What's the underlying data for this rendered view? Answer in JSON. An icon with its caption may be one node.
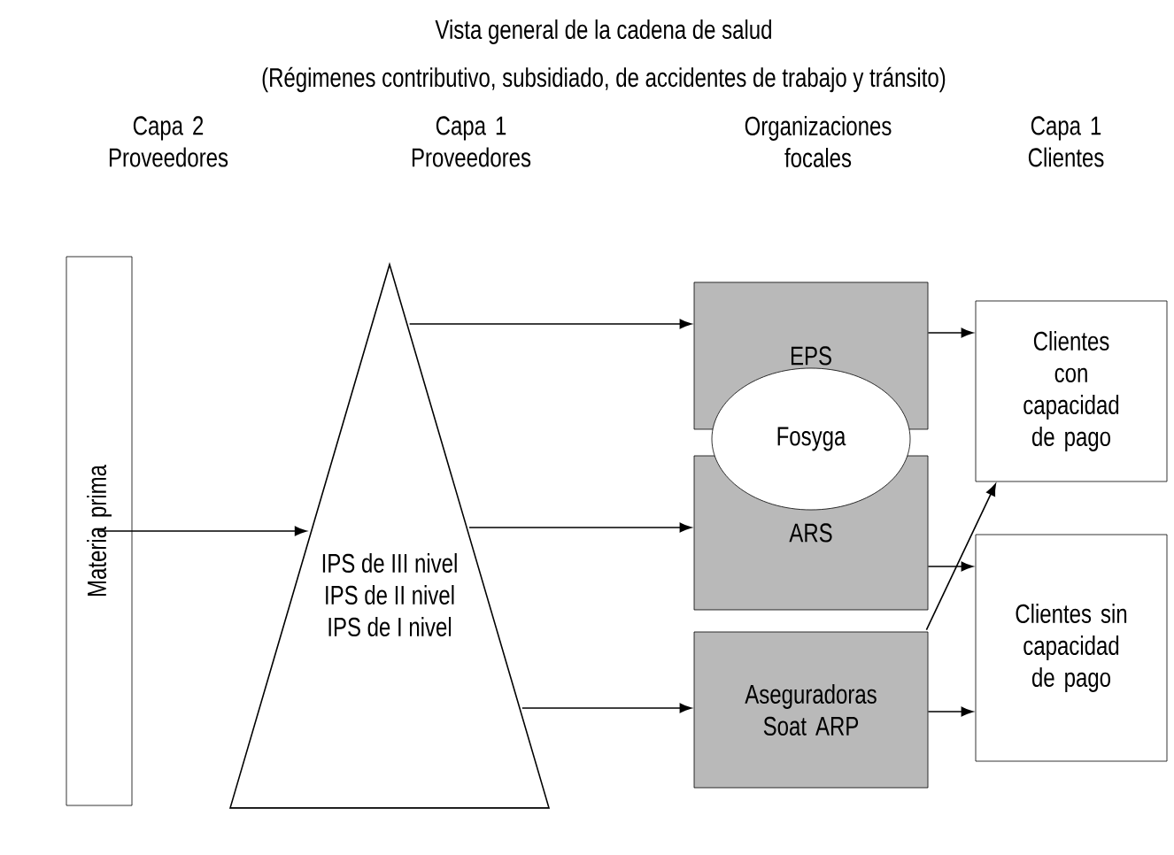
{
  "diagram": {
    "title": "Vista general de la cadena de salud",
    "nodes": [
      {
        "text": [
          "Materia prima"
        ]
      },
      {
        "text": [
          "IPS de III nivel",
          "IPS de II nivel",
          "IPS de I nivel"
        ]
      },
      {
        "text": [
          "EPS"
        ]
      },
      {
        "text": [
          "ARS"
        ]
      },
      {
        "text": [
          "Fosyga"
        ]
      },
      {
        "text": [
          "Aseguradoras Soat ARP"
        ]
      },
      {
        "text": [
          "Clientes con capacidad de pago"
        ]
      },
      {
        "text": [
          "Clientes sin capacidad de pago"
        ]
      }
    ],
    "edges": [
      {
        "from": 0,
        "to": 1,
        "arrow": "to"
      },
      {
        "from": 1,
        "to": 2,
        "arrow": "to"
      },
      {
        "from": 1,
        "to": 3,
        "arrow": "to"
      },
      {
        "from": 1,
        "to": 5,
        "arrow": "to"
      },
      {
        "from": 2,
        "to": 6,
        "arrow": "to"
      },
      {
        "from": 3,
        "to": 7,
        "arrow": "to"
      },
      {
        "from": 5,
        "to": 7,
        "arrow": "to"
      },
      {
        "from": 5,
        "to": 6,
        "arrow": "to"
      }
    ],
    "labels": [
      "(Régimenes contributivo, subsidiado, de accidentes de trabajo y tránsito)",
      "Capa 2 Proveedores",
      "Capa 1 Proveedores",
      "Organizaciones focales",
      "Capa 1 Clientes"
    ]
  }
}
